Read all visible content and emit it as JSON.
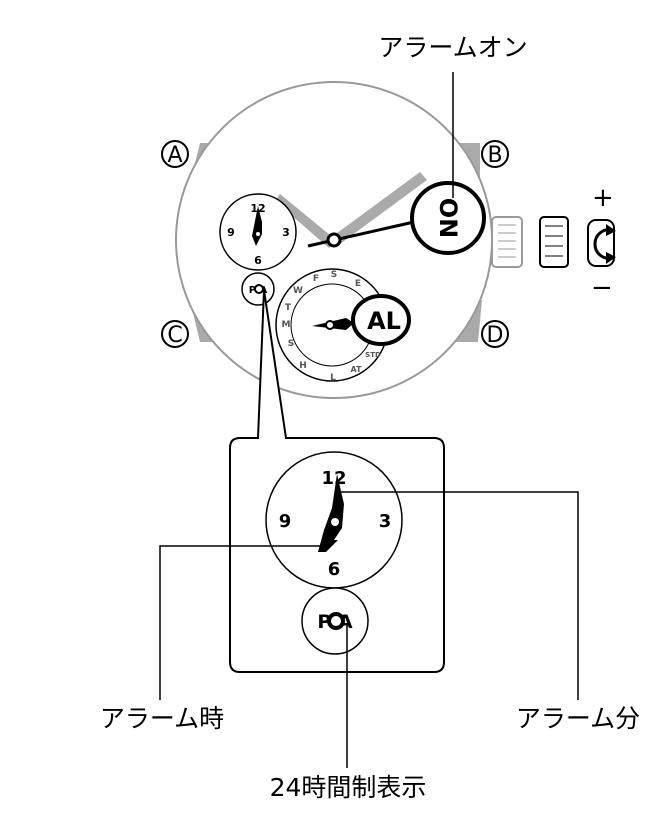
{
  "labels": {
    "alarm_on": "アラームオン",
    "alarm_hour": "アラーム時",
    "alarm_minute": "アラーム分",
    "h24_indicator": "24時間制表示"
  },
  "buttons": {
    "a": "A",
    "b": "B",
    "c": "C",
    "d": "D"
  },
  "badges": {
    "on": "ON",
    "al": "AL",
    "pa": "P A"
  },
  "crown_plus": "+",
  "crown_minus": "−",
  "small_dial": {
    "n12": "12",
    "n3": "3",
    "n6": "6",
    "n9": "9"
  },
  "ring_marks": [
    "S",
    "E",
    "STD",
    "AT",
    "L",
    "H",
    "S",
    "M",
    "T",
    "W",
    "F"
  ],
  "icons": [
    "crown-rotate-icon"
  ]
}
